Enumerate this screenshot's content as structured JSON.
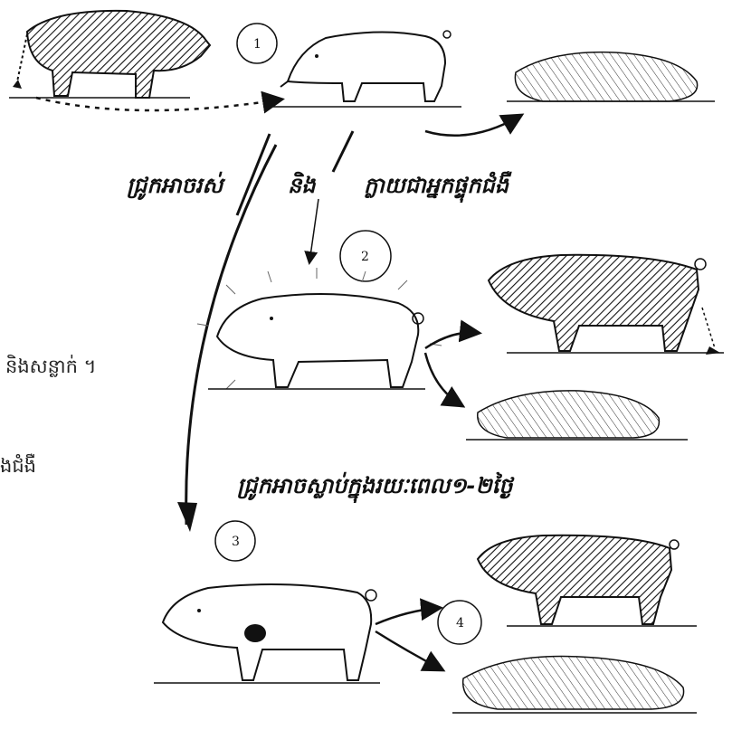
{
  "captions": {
    "top_left": "ជ្រូកអាចរស់",
    "top_mid": "និង",
    "top_right": "ក្លាយជាអ្នកផ្ទុកជំងឺ",
    "middle": "ជ្រូកអាចស្លាប់ក្នុងរយៈពេល១-២ថ្ងៃ"
  },
  "side_text": {
    "line1": "និងសន្លាក់ ។",
    "line2": "ងជំងឺ"
  },
  "stages": [
    "1",
    "2",
    "3",
    "4"
  ]
}
